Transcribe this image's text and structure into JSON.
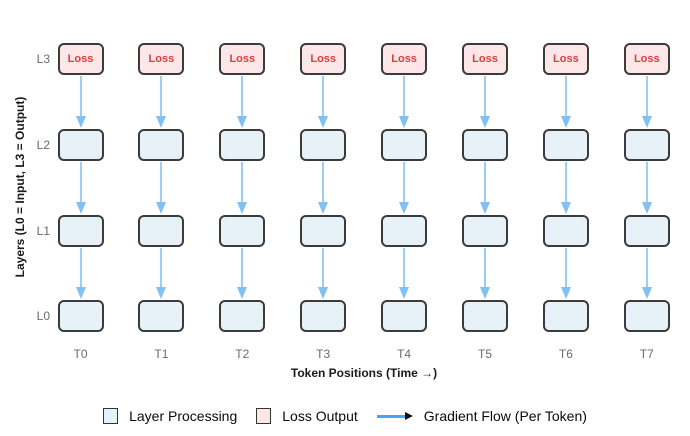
{
  "diagram": {
    "y_axis_label": "Layers (L0 = Input, L3 = Output)",
    "x_axis_label": "Token Positions (Time →)",
    "rows": [
      {
        "label": "L3",
        "type": "loss",
        "box_text": "Loss"
      },
      {
        "label": "L2",
        "type": "layer",
        "box_text": ""
      },
      {
        "label": "L1",
        "type": "layer",
        "box_text": ""
      },
      {
        "label": "L0",
        "type": "layer",
        "box_text": ""
      }
    ],
    "columns": [
      "T0",
      "T1",
      "T2",
      "T3",
      "T4",
      "T5",
      "T6",
      "T7"
    ]
  },
  "legend": {
    "items": [
      {
        "swatch": "layer",
        "label": "Layer Processing"
      },
      {
        "swatch": "loss",
        "label": "Loss Output"
      },
      {
        "swatch": "arrow",
        "label": "Gradient Flow (Per Token)"
      }
    ]
  },
  "colors": {
    "layer_fill": "#e7f2f8",
    "loss_fill": "#fce6e7",
    "loss_text": "#e03a41",
    "box_border": "#3b3b3b",
    "arrow_line": "#9ccdf5",
    "arrow_head": "#80c0f3",
    "label_gray": "#666c70",
    "legend_arrow_line": "#4da3ea"
  }
}
